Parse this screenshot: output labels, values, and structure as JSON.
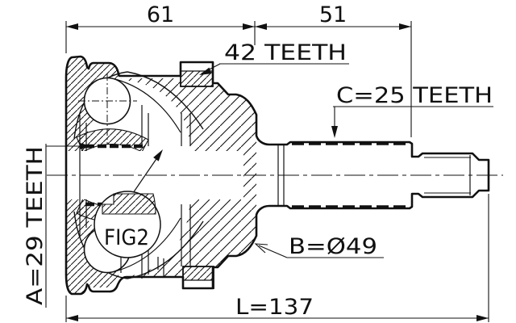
{
  "colors": {
    "ink": "#111111",
    "background": "#ffffff"
  },
  "labels": {
    "dim_61": "61",
    "dim_51": "51",
    "ring_teeth": "42 TEETH",
    "shaft_teeth": "C=25 TEETH",
    "hub_teeth": "A=29 TEETH",
    "outer_diameter": "B=Ø49",
    "total_length": "L=137",
    "figure": "FIG2"
  }
}
